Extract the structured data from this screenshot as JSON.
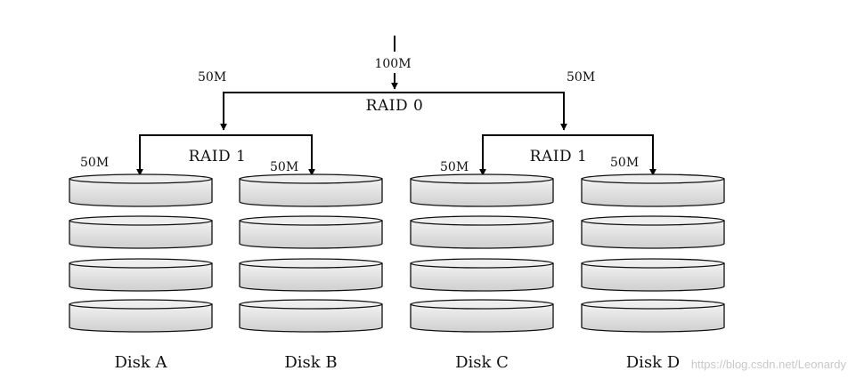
{
  "diagram": {
    "input_label": "100M",
    "raid0_label": "RAID 0",
    "raid0_left_label": "50M",
    "raid0_right_label": "50M",
    "raid1_left_label": "RAID 1",
    "raid1_right_label": "RAID 1",
    "disk_a_in": "50M",
    "disk_b_in": "50M",
    "disk_c_in": "50M",
    "disk_d_in": "50M",
    "disks": [
      "Disk A",
      "Disk B",
      "Disk C",
      "Disk D"
    ],
    "watermark": "https://blog.csdn.net/Leonardy",
    "platter_fill": "#dcdcdc",
    "platter_top": "#eeeeee"
  }
}
